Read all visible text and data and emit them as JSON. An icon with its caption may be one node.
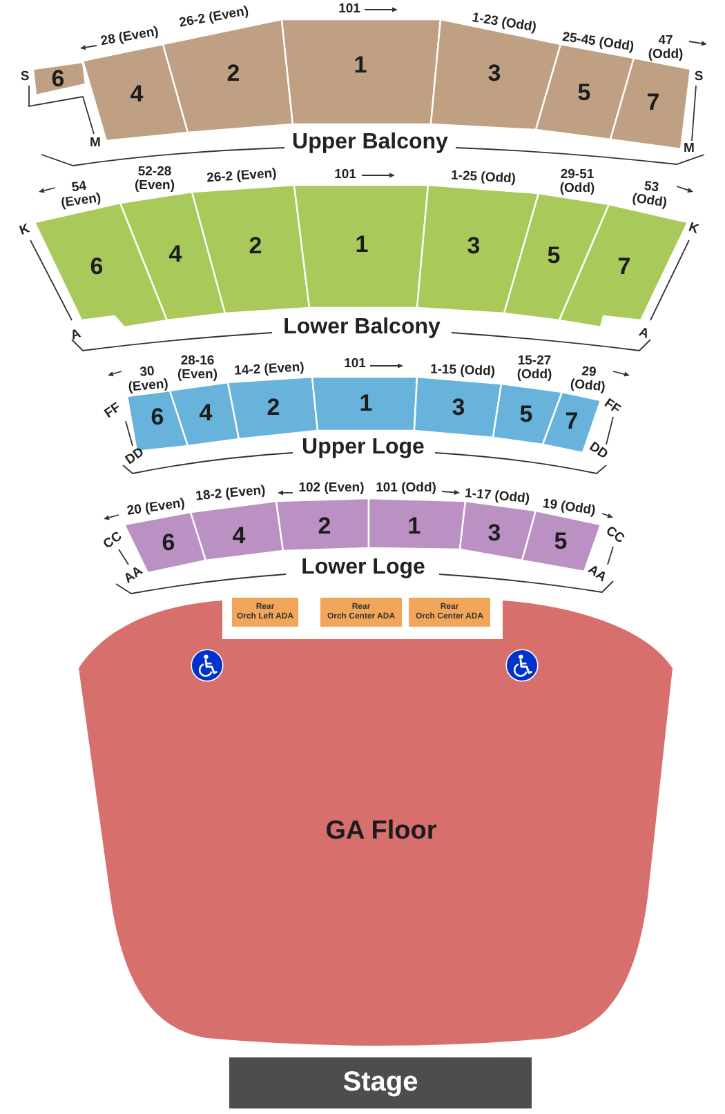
{
  "diagram": {
    "nodes": [
      {
        "text": [
          "6"
        ]
      },
      {
        "text": [
          "4"
        ]
      },
      {
        "text": [
          "2"
        ]
      },
      {
        "text": [
          "1"
        ]
      },
      {
        "text": [
          "3"
        ]
      },
      {
        "text": [
          "5"
        ]
      },
      {
        "text": [
          "7"
        ]
      },
      {
        "text": [
          "6"
        ]
      },
      {
        "text": [
          "4"
        ]
      },
      {
        "text": [
          "2"
        ]
      },
      {
        "text": [
          "1"
        ]
      },
      {
        "text": [
          "3"
        ]
      },
      {
        "text": [
          "5"
        ]
      },
      {
        "text": [
          "7"
        ]
      },
      {
        "text": [
          "6"
        ]
      },
      {
        "text": [
          "4"
        ]
      },
      {
        "text": [
          "2"
        ]
      },
      {
        "text": [
          "1"
        ]
      },
      {
        "text": [
          "3"
        ]
      },
      {
        "text": [
          "5"
        ]
      },
      {
        "text": [
          "7"
        ]
      },
      {
        "text": [
          "6"
        ]
      },
      {
        "text": [
          "4"
        ]
      },
      {
        "text": [
          "2"
        ]
      },
      {
        "text": [
          "1"
        ]
      },
      {
        "text": [
          "3"
        ]
      },
      {
        "text": [
          "5"
        ]
      },
      {
        "text": [
          "Rear Orch Left ADA"
        ]
      },
      {
        "text": [
          "Rear Orch Center ADA"
        ]
      },
      {
        "text": [
          "Rear Orch Center ADA"
        ]
      },
      {
        "text": [
          "GA Floor"
        ]
      },
      {
        "text": [
          "Stage"
        ]
      }
    ],
    "labels": [
      "28 (Even)",
      "26-2 (Even)",
      "101",
      "1-23 (Odd)",
      "25-45 (Odd)",
      "47 (Odd)",
      "S",
      "M",
      "S",
      "M",
      "Upper Balcony",
      "54 (Even)",
      "52-28 (Even)",
      "26-2 (Even)",
      "101",
      "1-25 (Odd)",
      "29-51 (Odd)",
      "53 (Odd)",
      "K",
      "A",
      "K",
      "A",
      "Lower Balcony",
      "30 (Even)",
      "28-16 (Even)",
      "14-2 (Even)",
      "101",
      "1-15 (Odd)",
      "15-27 (Odd)",
      "29 (Odd)",
      "FF",
      "DD",
      "FF",
      "DD",
      "Upper Loge",
      "20 (Even)",
      "18-2 (Even)",
      "102 (Even)",
      "101 (Odd)",
      "1-17 (Odd)",
      "19 (Odd)",
      "CC",
      "AA",
      "CC",
      "AA",
      "Lower Loge"
    ]
  }
}
